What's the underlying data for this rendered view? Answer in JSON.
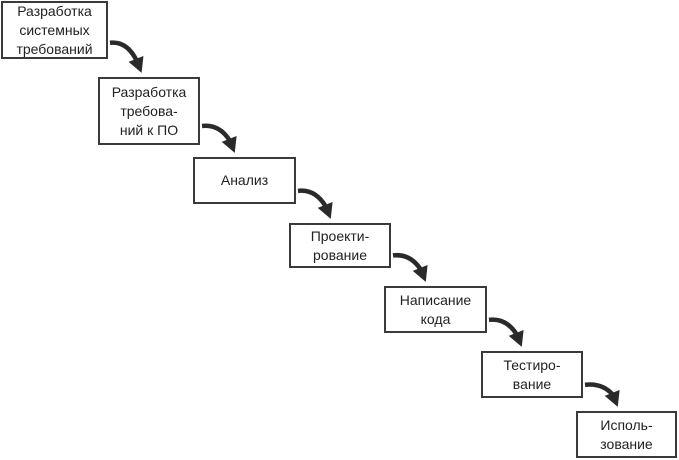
{
  "diagram": {
    "title": "",
    "type": "waterfall",
    "colors": {
      "border": "#3a3a3a",
      "text": "#222222",
      "arrow": "#2a2a2a",
      "background": "#ffffff"
    },
    "stages": [
      {
        "id": "system-requirements",
        "lines": [
          "Разработка",
          "системных",
          "требований"
        ]
      },
      {
        "id": "software-requirements",
        "lines": [
          "Разработка",
          "требова-",
          "ний к ПО"
        ]
      },
      {
        "id": "analysis",
        "lines": [
          "Анализ"
        ]
      },
      {
        "id": "design",
        "lines": [
          "Проекти-",
          "рование"
        ]
      },
      {
        "id": "coding",
        "lines": [
          "Написание",
          "кода"
        ]
      },
      {
        "id": "testing",
        "lines": [
          "Тестиро-",
          "вание"
        ]
      },
      {
        "id": "operation",
        "lines": [
          "Исполь-",
          "зование"
        ]
      }
    ],
    "edges": [
      {
        "from": "system-requirements",
        "to": "software-requirements"
      },
      {
        "from": "software-requirements",
        "to": "analysis"
      },
      {
        "from": "analysis",
        "to": "design"
      },
      {
        "from": "design",
        "to": "coding"
      },
      {
        "from": "coding",
        "to": "testing"
      },
      {
        "from": "testing",
        "to": "operation"
      }
    ]
  }
}
